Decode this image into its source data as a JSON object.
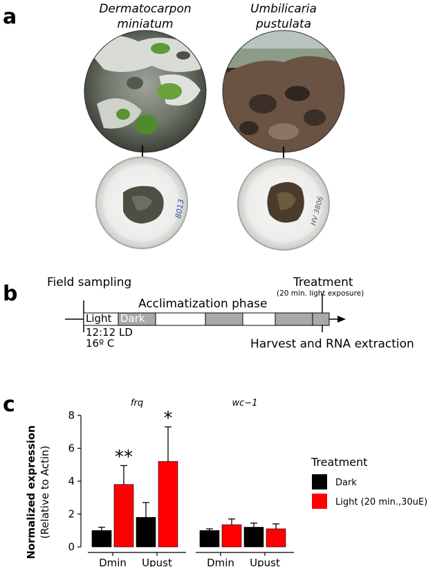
{
  "panel_a": {
    "letter": "a",
    "species": [
      {
        "line1": "Dermatocarpon",
        "line2": "miniatum"
      },
      {
        "line1": "Umbilicaria",
        "line2": "pustulata"
      }
    ],
    "dish_labels": [
      "8013",
      "HV 3806"
    ]
  },
  "panel_b": {
    "letter": "b",
    "field_sampling": "Field sampling",
    "treatment": "Treatment",
    "treatment_note": "(20 min. light exposure)",
    "phase": "Acclimatization phase",
    "light": "Light",
    "dark": "Dark",
    "ld": "12:12 LD",
    "temp": "16º C",
    "harvest": "Harvest and RNA extraction"
  },
  "panel_c": {
    "letter": "c",
    "ylabel": "Normalized expression",
    "ylabel2": "(Relative to Actin)",
    "legend_title": "Treatment",
    "colors": {
      "dark": "#000000",
      "light": "#ff0000"
    }
  },
  "chart_data": {
    "type": "bar",
    "facets": [
      "frq",
      "wc−1"
    ],
    "categories": [
      "Dmin",
      "Upust"
    ],
    "series": [
      {
        "name": "Dark",
        "color": "#000000",
        "values": {
          "frq": [
            1.0,
            1.8
          ],
          "wc−1": [
            1.0,
            1.2
          ]
        },
        "errors": {
          "frq": [
            0.2,
            0.9
          ],
          "wc−1": [
            0.1,
            0.25
          ]
        }
      },
      {
        "name": "Light (20 min.,30uE)",
        "color": "#ff0000",
        "values": {
          "frq": [
            3.8,
            5.2
          ],
          "wc−1": [
            1.35,
            1.1
          ]
        },
        "errors": {
          "frq": [
            1.15,
            2.1
          ],
          "wc−1": [
            0.35,
            0.3
          ]
        }
      }
    ],
    "significance": {
      "frq": [
        "**",
        "*"
      ],
      "wc−1": [
        "",
        ""
      ]
    },
    "yticks": [
      0,
      2,
      4,
      6,
      8
    ],
    "ylim": [
      0,
      8
    ],
    "ylabel": "Normalized expression",
    "ylabel2": "(Relative to Actin)",
    "legend_title": "Treatment",
    "legend_position": "right"
  }
}
